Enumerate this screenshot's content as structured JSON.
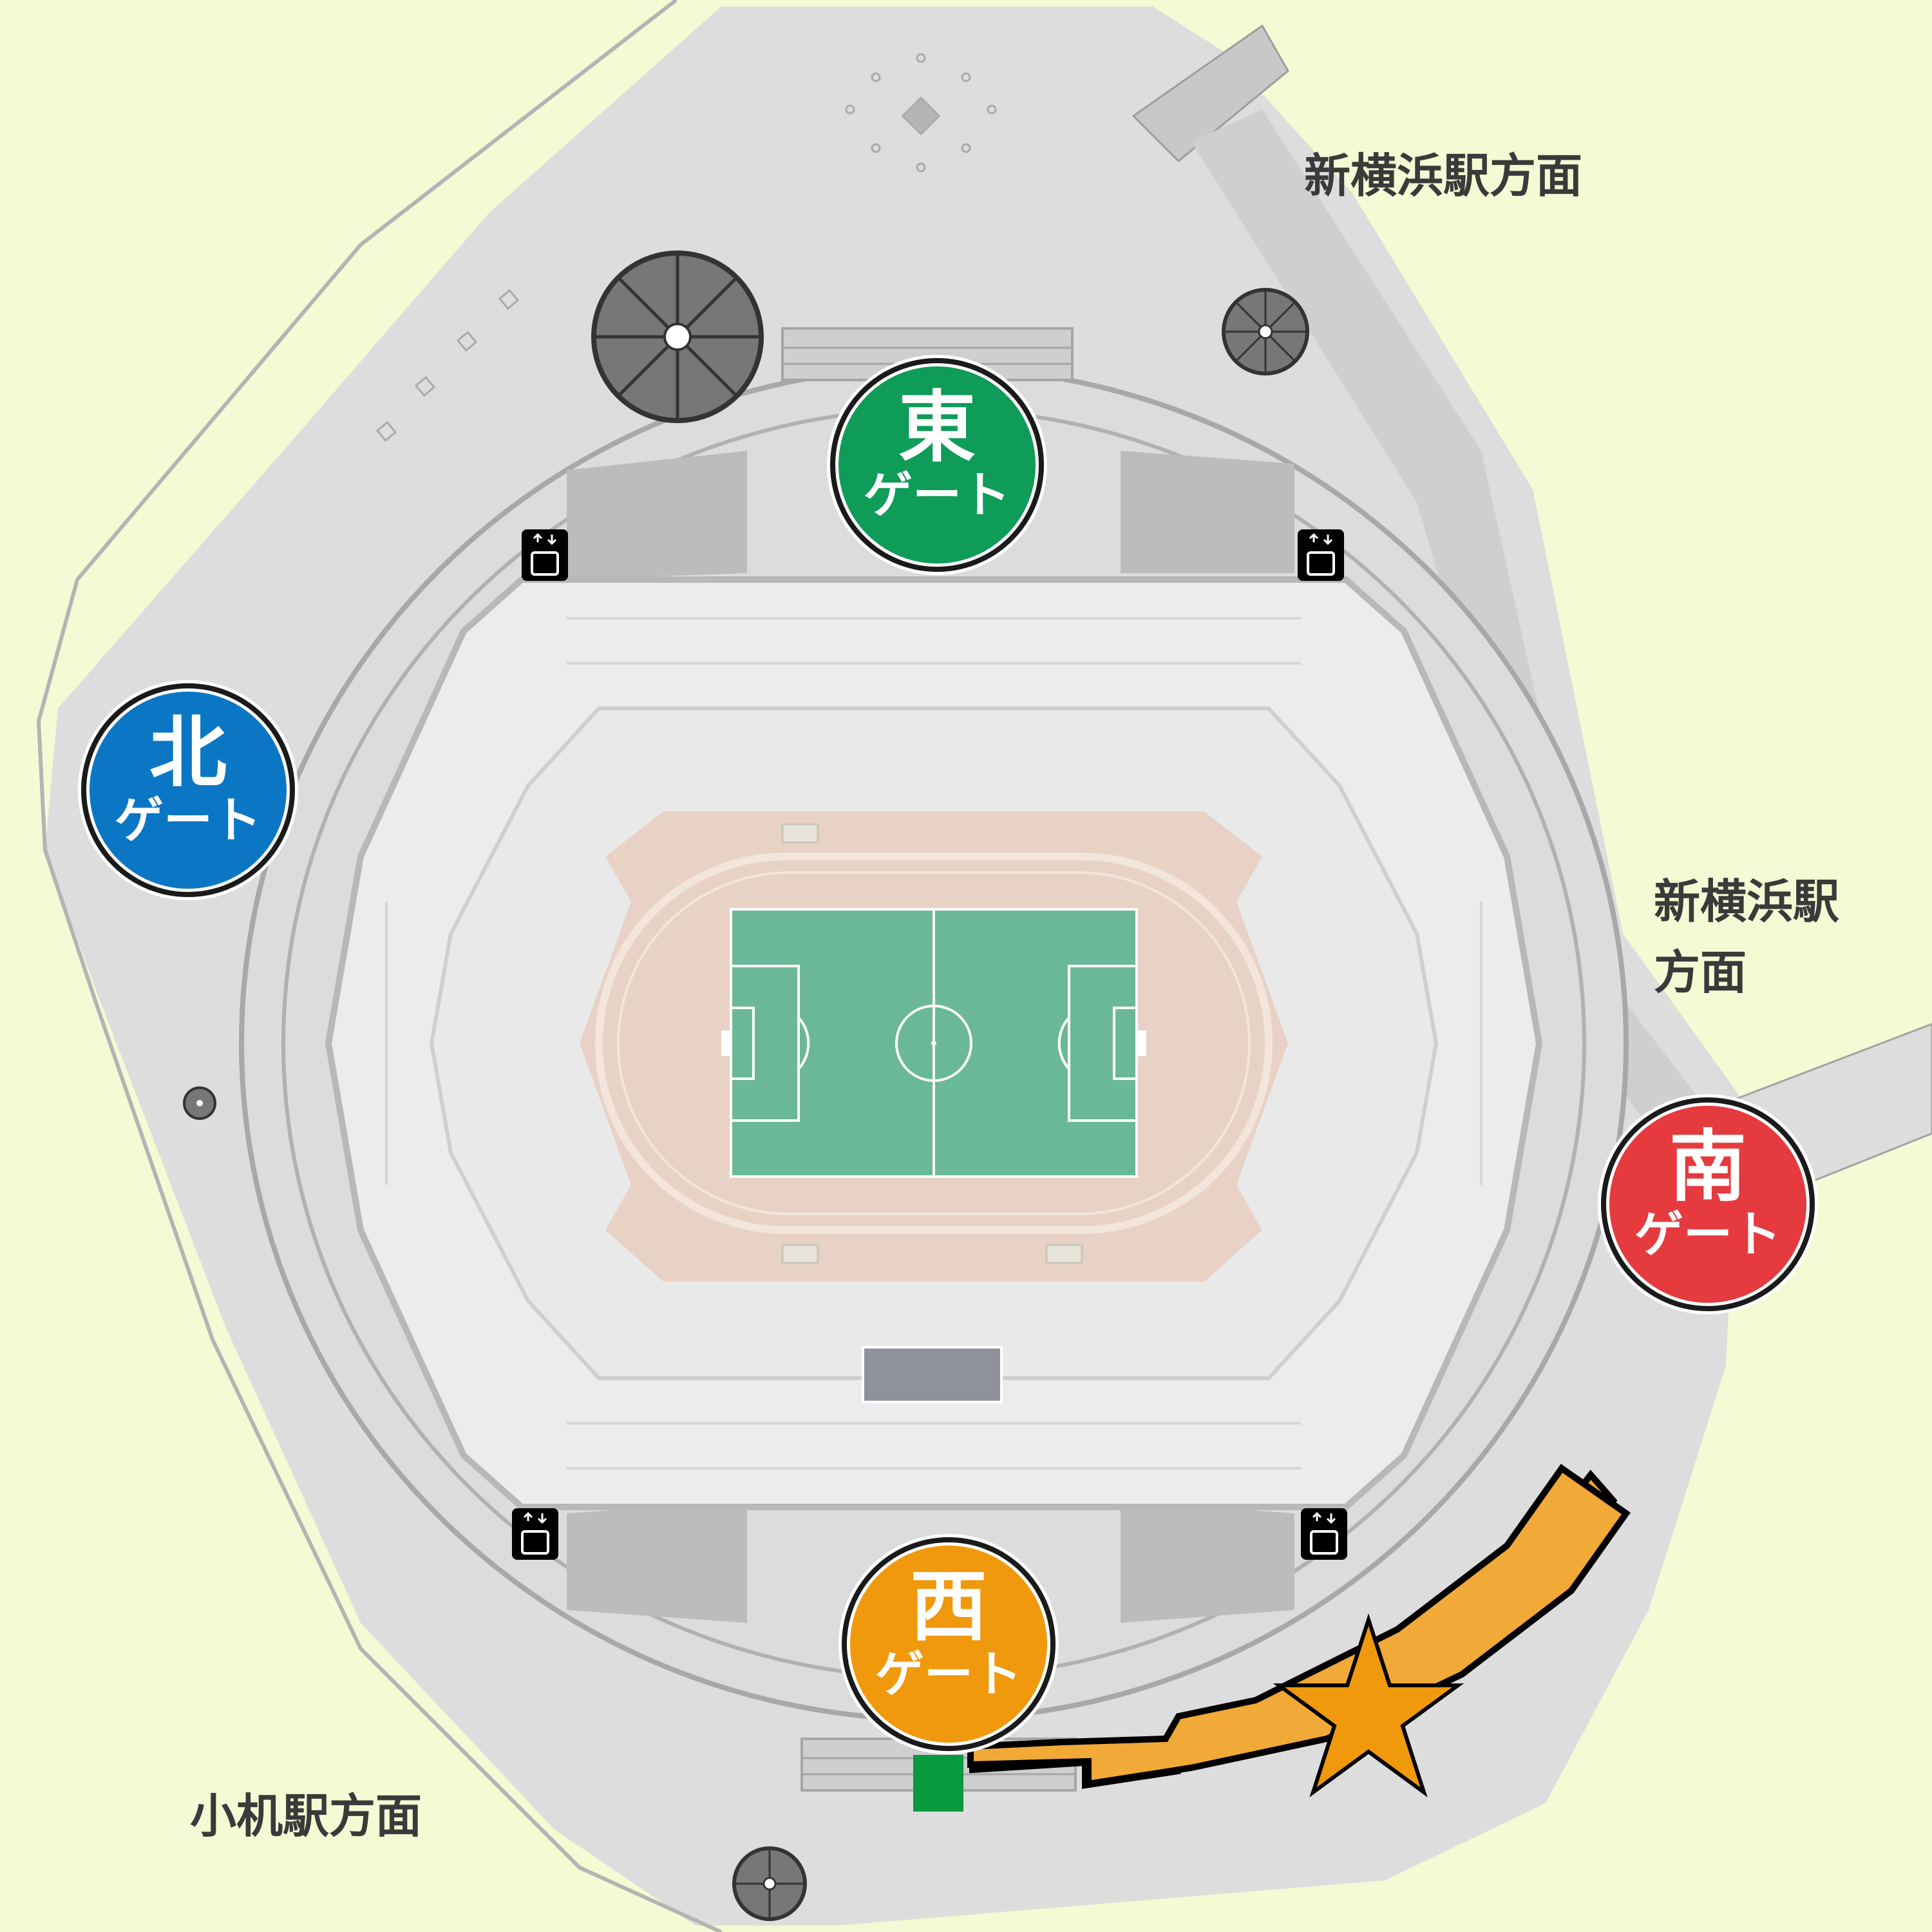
{
  "map": {
    "directions": {
      "shin_yokohama_east": "新横浜駅方面",
      "shin_yokohama_south_line1": "新横浜駅",
      "shin_yokohama_south_line2": "方面",
      "kozukue": "小机駅方面"
    },
    "gates": {
      "east": {
        "char": "東",
        "sub": "ゲート",
        "color": "#0f9b58"
      },
      "north": {
        "char": "北",
        "sub": "ゲート",
        "color": "#0b77c4"
      },
      "south": {
        "char": "南",
        "sub": "ゲート",
        "color": "#e53a3e"
      },
      "west": {
        "char": "西",
        "sub": "ゲート",
        "color": "#f0990d"
      }
    },
    "icons": {
      "elevator": "elevator-icon",
      "star": "star-icon",
      "fan": "ventilation-fan-icon"
    },
    "colors": {
      "background": "#f2fbd3",
      "concourse": "#dcdcdc",
      "pitch": "#6ab899",
      "track": "#e8d2c5",
      "highlight_area": "#f1a937",
      "star": "#f0990d",
      "entrance_marker": "#089a3e"
    }
  }
}
